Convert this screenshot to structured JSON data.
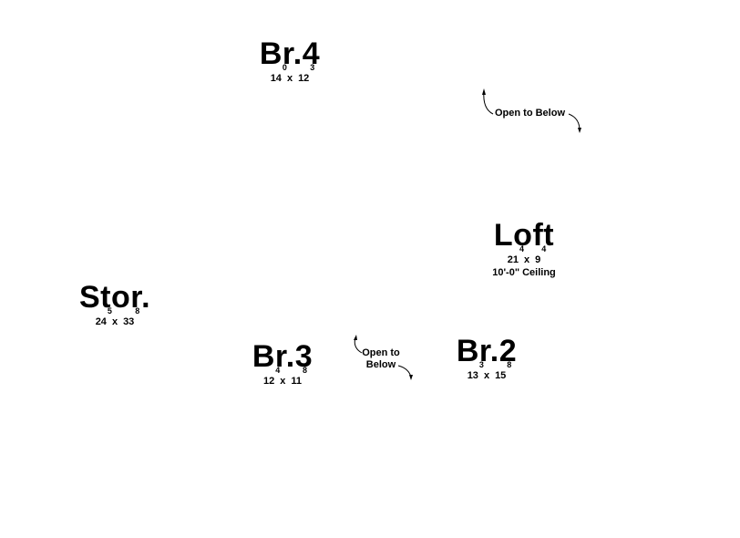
{
  "rooms": {
    "br4": {
      "name": "Br.4",
      "w": "14",
      "w_sup": "0",
      "x": "x",
      "h": "12",
      "h_sup": "3"
    },
    "loft": {
      "name": "Loft",
      "w": "21",
      "w_sup": "4",
      "x": "x",
      "h": "9",
      "h_sup": "4",
      "note": "10'-0\" Ceiling"
    },
    "stor": {
      "name": "Stor.",
      "w": "24",
      "w_sup": "5",
      "x": "x",
      "h": "33",
      "h_sup": "8"
    },
    "br3": {
      "name": "Br.3",
      "w": "12",
      "w_sup": "4",
      "x": "x",
      "h": "11",
      "h_sup": "8"
    },
    "br2": {
      "name": "Br.2",
      "w": "13",
      "w_sup": "3",
      "x": "x",
      "h": "15",
      "h_sup": "8"
    }
  },
  "labels": {
    "open_below_1": "Open to Below",
    "open_below_2_line1": "Open to",
    "open_below_2_line2": "Below"
  }
}
